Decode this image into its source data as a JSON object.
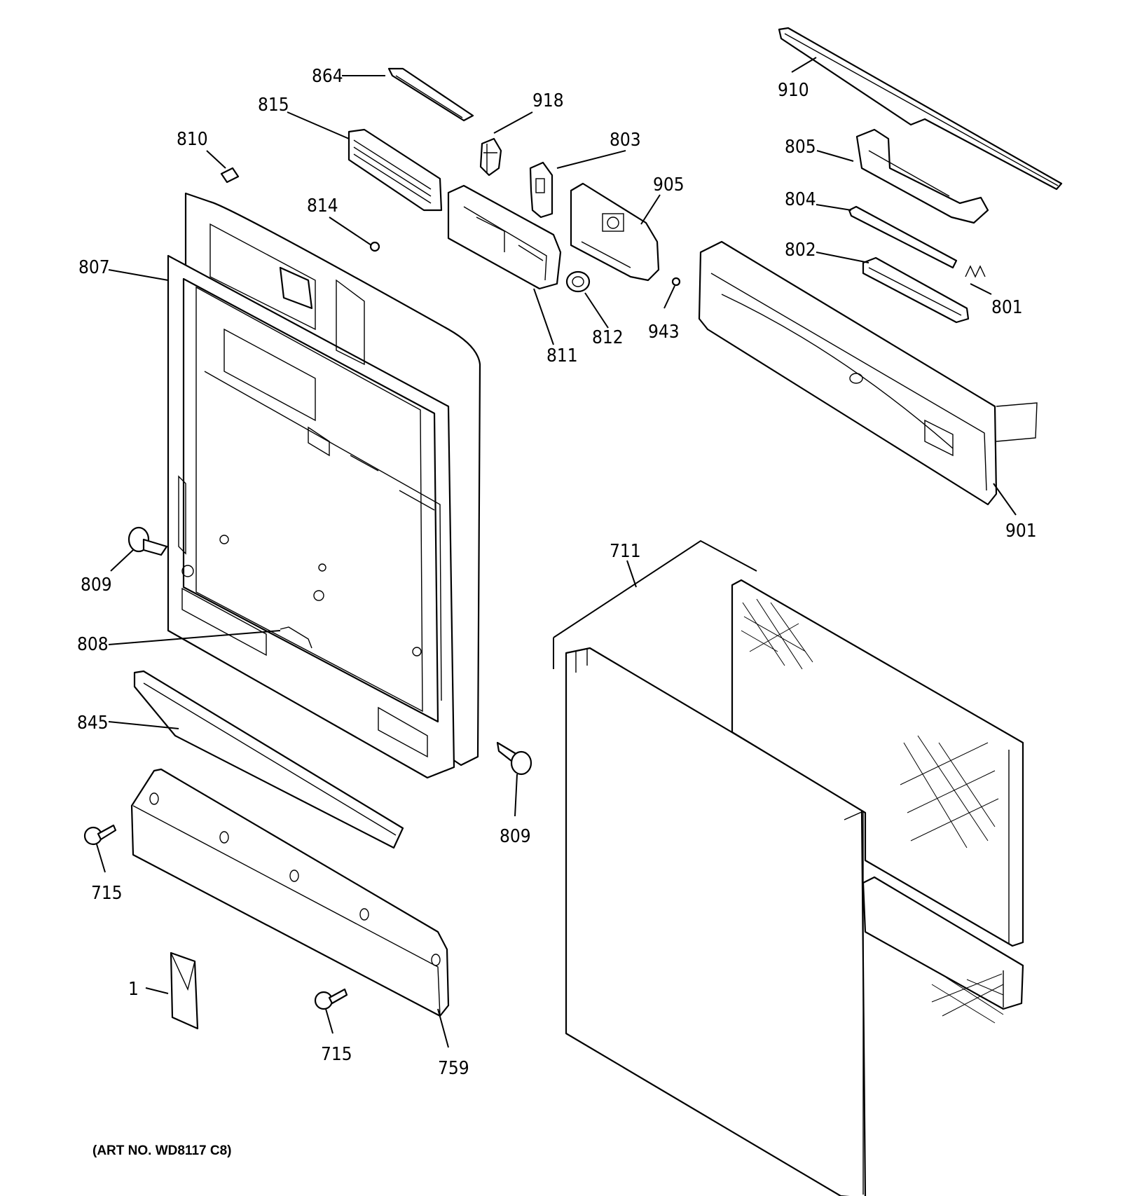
{
  "diagram": {
    "labels": {
      "p864": "864",
      "p918": "918",
      "p815": "815",
      "p810": "810",
      "p803": "803",
      "p905": "905",
      "p814": "814",
      "p807": "807",
      "p811": "811",
      "p812": "812",
      "p943": "943",
      "p910": "910",
      "p805": "805",
      "p804": "804",
      "p802": "802",
      "p801": "801",
      "p901": "901",
      "p711": "711",
      "p809a": "809",
      "p808": "808",
      "p845": "845",
      "p809b": "809",
      "p715a": "715",
      "p1": "1",
      "p715b": "715",
      "p759": "759"
    },
    "art_number": "(ART NO. WD8117 C8)"
  }
}
